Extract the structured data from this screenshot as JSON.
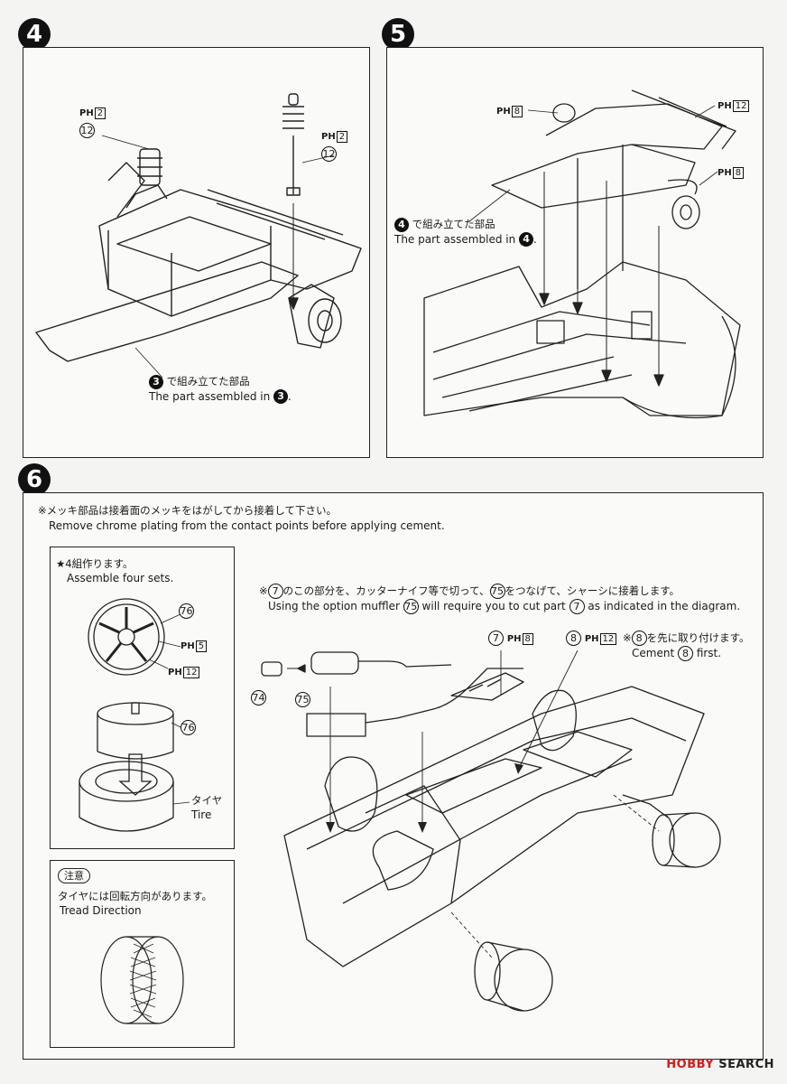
{
  "steps": {
    "s4": {
      "number": "4",
      "parts": [
        {
          "num": "12",
          "plating": "PH",
          "code": "2"
        },
        {
          "num": "12",
          "plating": "PH",
          "code": "2"
        }
      ],
      "caption_ref": "3",
      "caption_jp": "で組み立てた部品",
      "caption_en": "The part assembled in",
      "caption_en_end": "."
    },
    "s5": {
      "number": "5",
      "parts": [
        {
          "plating": "PH",
          "code": "8"
        },
        {
          "plating": "PH",
          "code": "12"
        },
        {
          "plating": "PH",
          "code": "8"
        }
      ],
      "caption_ref": "4",
      "caption_jp": "で組み立てた部品",
      "caption_en": "The part assembled in",
      "caption_en_end": "."
    },
    "s6": {
      "number": "6",
      "note_jp": "※メッキ部品は接着面のメッキをはがしてから接着して下さい。",
      "note_en": "Remove chrome plating from the contact points before applying cement.",
      "sets": {
        "jp": "★4組作ります。",
        "en": "Assemble four sets.",
        "wheel_num": "76",
        "ph1": "5",
        "ph2": "12",
        "rim_num": "76",
        "tire_jp": "タイヤ",
        "tire_en": "Tire"
      },
      "caution": {
        "label": "注意",
        "jp": "タイヤには回転方向があります。",
        "en": "Tread Direction"
      },
      "muffler_note": {
        "jp_prefix": "※",
        "jp_num1": "7",
        "jp_mid1": "のこの部分を、カッターナイフ等で切って、",
        "jp_num2": "75",
        "jp_mid2": "をつなげて、シャーシに接着します。",
        "en_prefix": "Using the option muffler",
        "en_num1": "75",
        "en_mid": "will require you to cut part",
        "en_num2": "7",
        "en_suffix": "as indicated in the diagram."
      },
      "part7": {
        "num": "7",
        "plating": "PH",
        "code": "8"
      },
      "part8": {
        "num": "8",
        "plating": "PH",
        "code": "12"
      },
      "cement_note": {
        "jp_prefix": "※",
        "jp_num": "8",
        "jp_text": "を先に取り付けます。",
        "en_prefix": "Cement",
        "en_num": "8",
        "en_suffix": "first."
      },
      "part74": "74",
      "part75": "75"
    }
  },
  "watermark": {
    "hobby": "HOBBY",
    "search": "SEARCH"
  }
}
